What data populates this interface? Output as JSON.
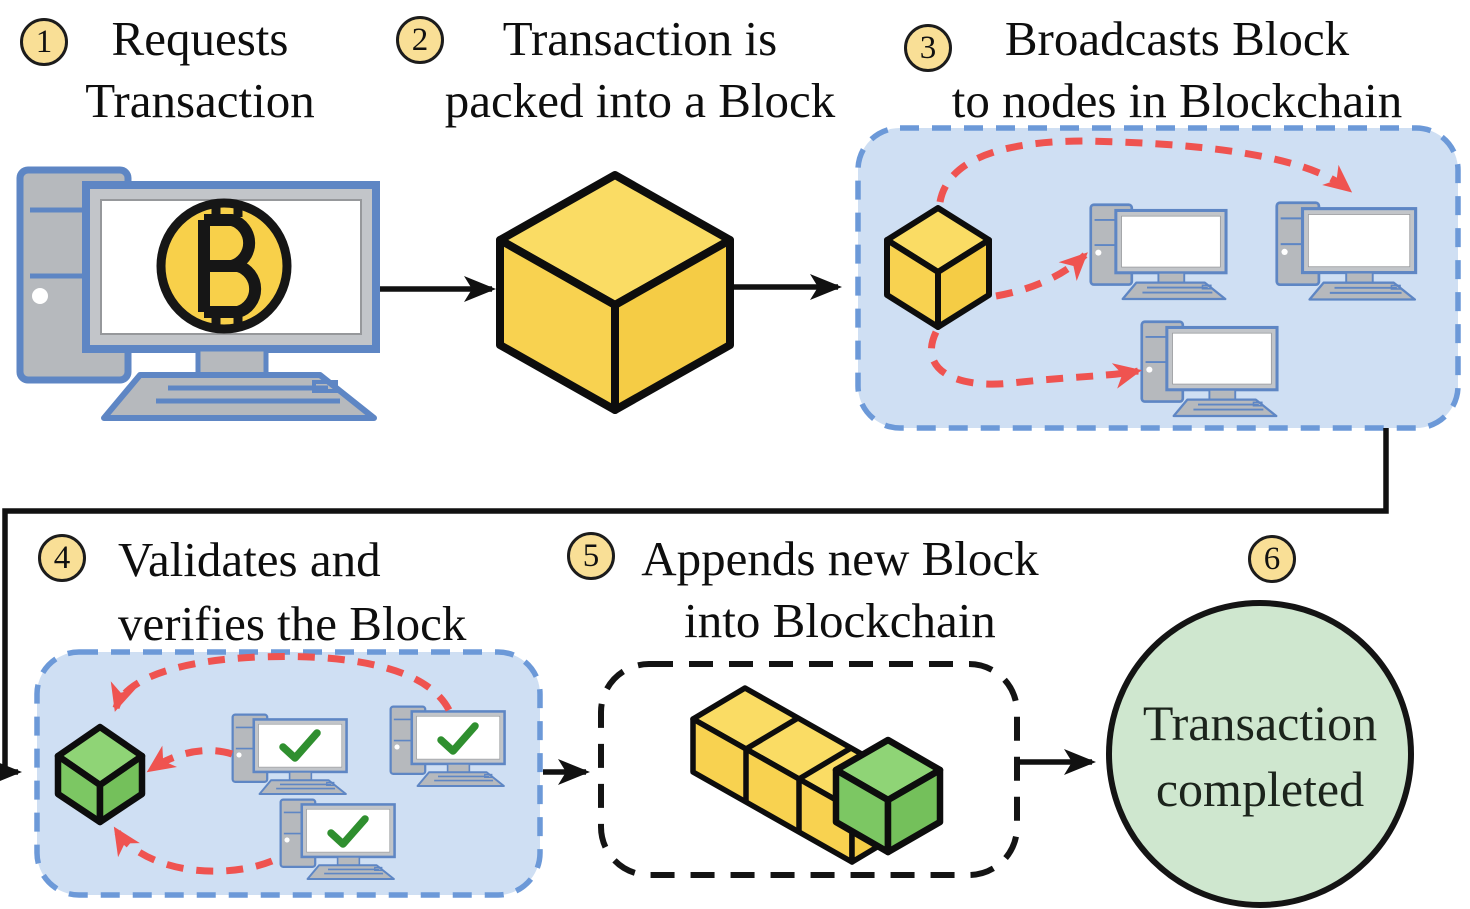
{
  "diagram": {
    "type": "flow-diagram",
    "subject": "Blockchain transaction lifecycle",
    "steps": [
      {
        "number": "1",
        "lines": [
          "Requests",
          "Transaction"
        ]
      },
      {
        "number": "2",
        "lines": [
          "Transaction is",
          "packed into a Block"
        ]
      },
      {
        "number": "3",
        "lines": [
          "Broadcasts Block",
          "to nodes in Blockchain"
        ]
      },
      {
        "number": "4",
        "lines": [
          "Validates and",
          "verifies the Block"
        ]
      },
      {
        "number": "5",
        "lines": [
          "Appends new Block",
          "into Blockchain"
        ]
      },
      {
        "number": "6",
        "lines": [
          "Transaction",
          "completed"
        ]
      }
    ],
    "icons": {
      "bitcoin": "bitcoin-symbol",
      "computer": "desktop-computer",
      "check": "green-checkmark",
      "block": "isometric-cube"
    },
    "colors": {
      "block_yellow": "#F8D250",
      "block_green": "#7CC763",
      "node_box_fill": "#CFDFF3",
      "node_box_border": "#6C99D8",
      "chain_box_fill": "#FFFFFF",
      "end_node_fill": "#CFE7CF",
      "badge_fill": "#F9DF96",
      "arrow_red": "#EF5350",
      "arrow_black": "#111111",
      "computer_blue": "#5E86C4",
      "computer_gray": "#B6B9BD"
    }
  }
}
